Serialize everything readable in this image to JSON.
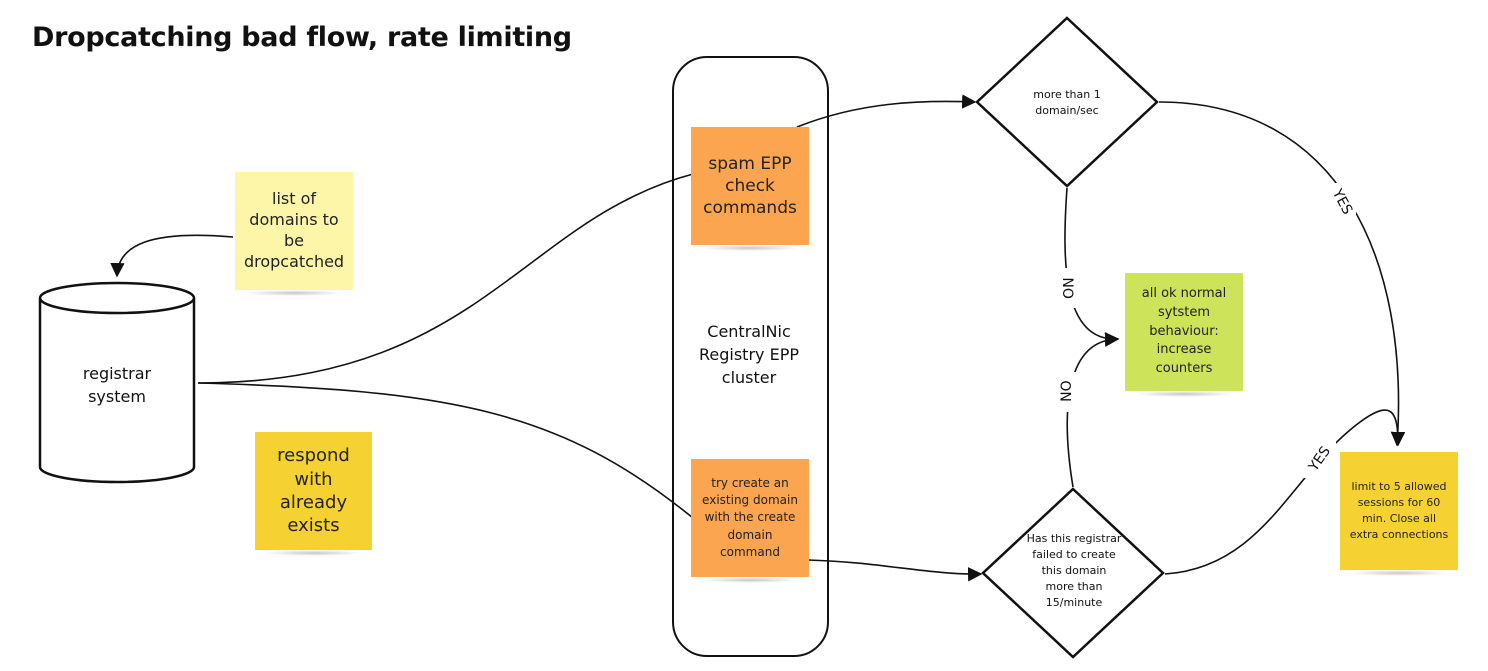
{
  "title": "Dropcatching bad flow, rate limiting",
  "nodes": {
    "registrar": "registrar system",
    "domain_list": "list of domains to be dropcatched",
    "already_exists": "respond with already exists",
    "cluster": "CentralNic Registry EPP cluster",
    "spam_check": "spam EPP check commands",
    "try_create": "try create an existing domain with the create domain command",
    "decision_rate": "more than 1 domain/sec",
    "decision_fail": "Has this registrar failed to create this domain more than 15/minute",
    "all_ok": "all ok normal sytstem behaviour: increase counters",
    "limit": "limit to 5 allowed sessions for 60 min.  Close all extra connections"
  },
  "edge_labels": {
    "yes_top": "YES",
    "no_top": "NO",
    "no_bottom": "NO",
    "yes_bottom": "YES"
  },
  "colors": {
    "pale_yellow": "#fdf6a8",
    "yellow": "#f5d131",
    "orange": "#fba550",
    "green": "#cde35a",
    "stroke": "#111111"
  }
}
